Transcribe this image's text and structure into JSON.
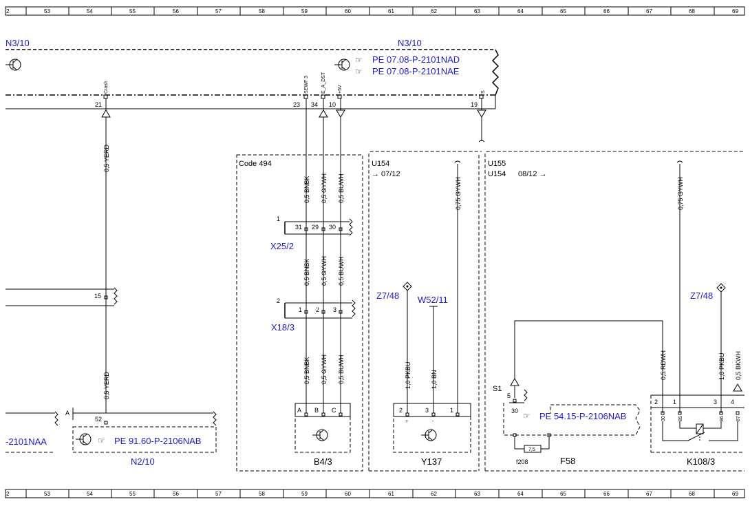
{
  "ruler": {
    "numbers": [
      "2",
      "53",
      "54",
      "55",
      "56",
      "57",
      "58",
      "59",
      "60",
      "61",
      "62",
      "63",
      "64",
      "65",
      "66",
      "67",
      "68",
      "69"
    ]
  },
  "colors": {
    "link": "#1b1bd6",
    "line": "#000000"
  },
  "n3_10": {
    "name_left": "N3/10",
    "name": "N3/10",
    "ref1": "PE 07.08-P-2101NAD",
    "ref2": "PE 07.08-P-2101NAE",
    "pins": [
      {
        "num": "21",
        "label": "Crash"
      },
      {
        "num": "23",
        "label": "SEWF 3"
      },
      {
        "num": "34",
        "label": "E_A_DST"
      },
      {
        "num": "10",
        "label": "+5V"
      },
      {
        "num": "19",
        "label": "S"
      }
    ]
  },
  "code_box": {
    "label": "Code 494"
  },
  "u154": {
    "title": "U154",
    "ref": "→ 07/12"
  },
  "u155": {
    "title": "U155",
    "sub": "U154",
    "ref": "08/12 →"
  },
  "wires": {
    "yerd1": "0,5 YERD",
    "yerd2": "0,5 YERD",
    "bnbk1": "0,5 BNBK",
    "gywh1": "0,5 GYWH",
    "buwh1": "0,5 BUWH",
    "bnbk2": "0,5 BNBK",
    "gywh2": "0,5 GYWH",
    "buwh2": "0,5 BUWH",
    "bnbk3": "0,5 BNBK",
    "gywh3": "0,5 GYWH",
    "buwh3": "0,5 BUWH",
    "gywh_y137": "0,75 GYWH",
    "pkbu_z7": "1,0 PKBU",
    "bn_w52": "1,0 BN",
    "gywh_k108": "0,75 GYWH",
    "rdwh": "0,5 RDWH",
    "pkbu_k108": "1,0 PKBU",
    "bkwh": "0,5 BKWH"
  },
  "x25_2": {
    "name": "X25/2",
    "index": "1",
    "pins": [
      "31",
      "29",
      "30"
    ]
  },
  "x18_3": {
    "name": "X18/3",
    "index": "2",
    "pins": [
      "1",
      "2",
      "3"
    ]
  },
  "left_conn": {
    "pin": "15"
  },
  "n2_10": {
    "name": "N2/10",
    "ref": "PE 91.60-P-2106NAB",
    "pin": "52",
    "connector": "A",
    "left_ref": "-2101NAA"
  },
  "b4_3": {
    "name": "B4/3",
    "pins": [
      "A",
      "B",
      "C"
    ]
  },
  "y137": {
    "name": "Y137",
    "pins": [
      "2",
      "3",
      "1"
    ],
    "signs": [
      "+",
      "-"
    ]
  },
  "z7_48_a": {
    "name": "Z7/48"
  },
  "w52_11": {
    "name": "W52/11"
  },
  "z7_48_b": {
    "name": "Z7/48"
  },
  "f58": {
    "name": "F58",
    "ref": "PE 54.15-P-2106NAB",
    "fuse": "f208",
    "fuse_value": "7,5",
    "s1": "S1",
    "pins": [
      "5",
      "30"
    ]
  },
  "k108_3": {
    "name": "K108/3",
    "pins": [
      "2",
      "1",
      "3",
      "4"
    ],
    "terms": [
      "30",
      "85",
      "86",
      "87"
    ]
  }
}
